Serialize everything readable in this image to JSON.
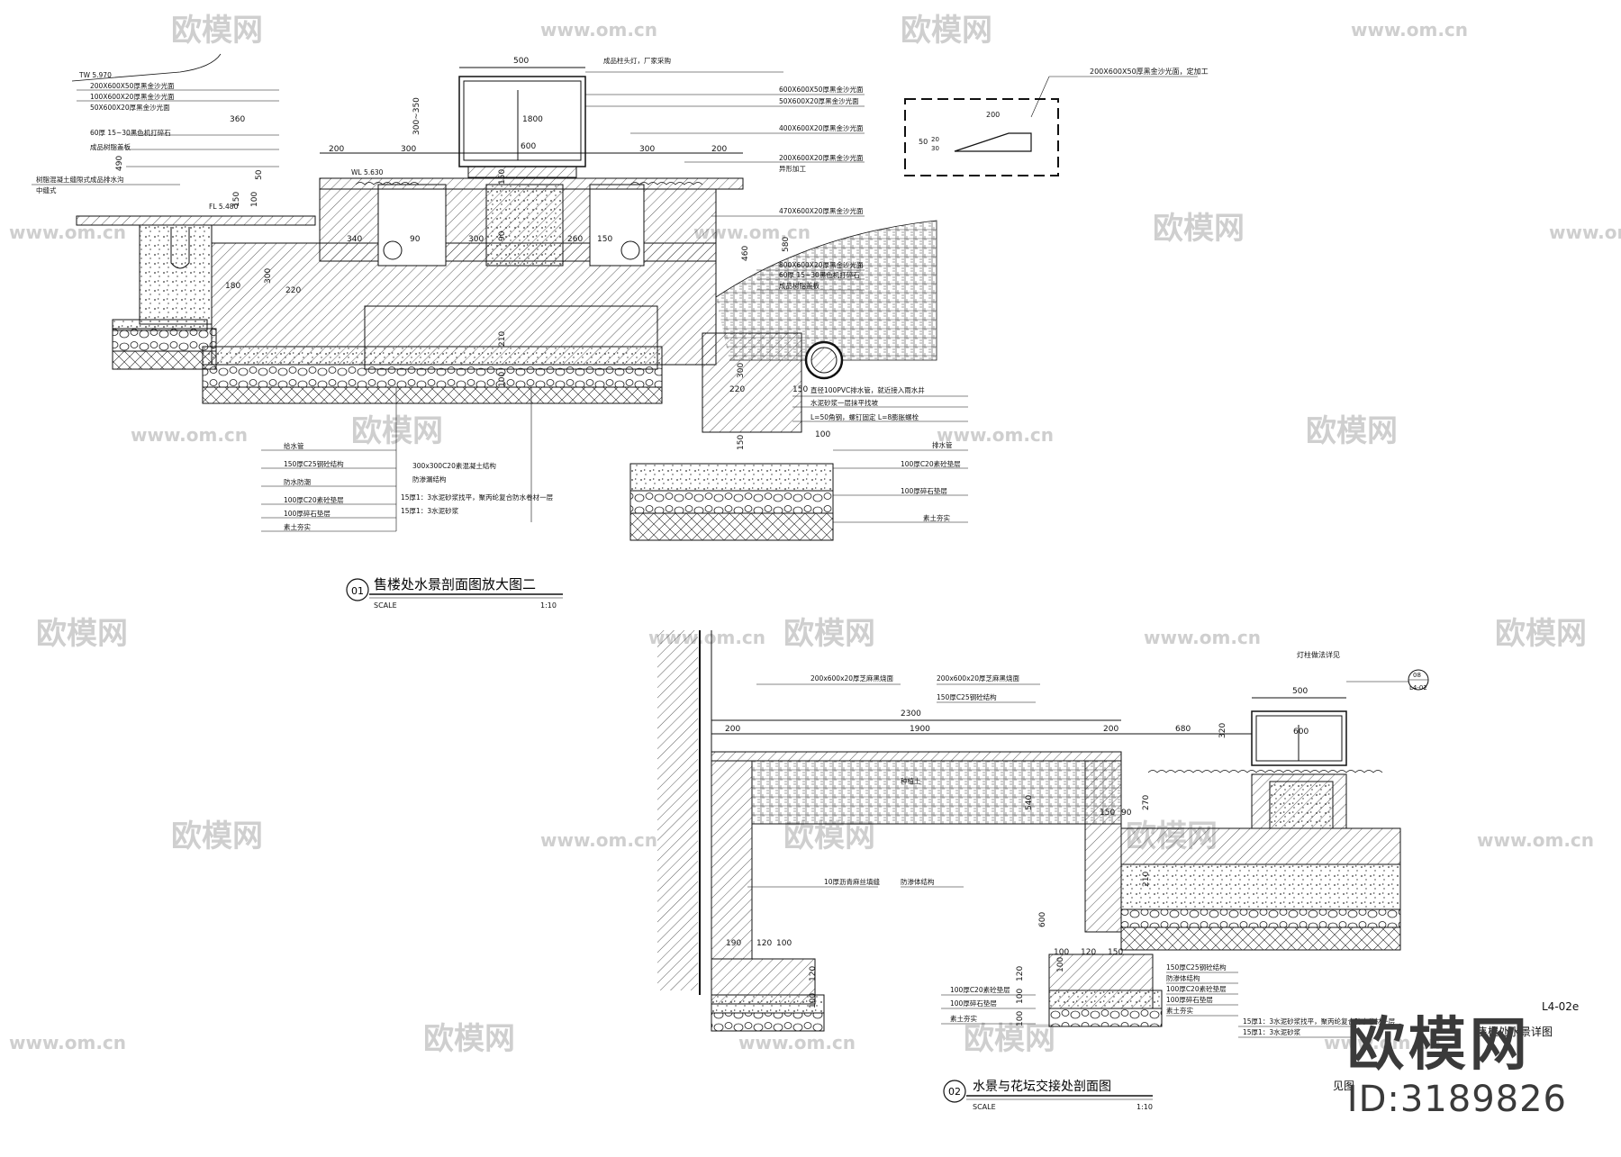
{
  "watermark": {
    "logo_text": "欧模网",
    "url_text": "www.om.cn"
  },
  "brand": {
    "logo": "欧模网",
    "id": "ID:3189826"
  },
  "section1": {
    "number": "01",
    "title": "售楼处水景剖面图放大图二",
    "scale_label": "SCALE",
    "scale_value": "1:10",
    "dimensions": [
      "500",
      "300~350",
      "360",
      "490",
      "200",
      "300",
      "300",
      "200",
      "50",
      "100",
      "150",
      "1800",
      "600",
      "150",
      "340",
      "90",
      "300",
      "90",
      "260",
      "150",
      "180",
      "220",
      "300",
      "210",
      "100",
      "460",
      "580",
      "300",
      "220",
      "150",
      "100",
      "150"
    ],
    "labels_left": [
      "TW 5.970",
      "200X600X50厚黑金沙光面",
      "100X600X20厚黑金沙光面",
      "50X600X20厚黑金沙光面",
      "60厚 15~30黑色机打碎石",
      "成品树脂盖板",
      "树脂混凝土缝隙式成品排水沟",
      "中缝式",
      "FL 5.480",
      "WL 5.630"
    ],
    "labels_right": [
      "成品柱头灯，厂家采购",
      "600X600X50厚黑金沙光面",
      "50X600X20厚黑金沙光面",
      "400X600X20厚黑金沙光面",
      "200X600X20厚黑金沙光面",
      "异形加工",
      "470X600X20厚黑金沙光面",
      "800X600X20厚黑金沙光面",
      "60厚 15~30黑色机打碎石",
      "成品树脂盖板",
      "直径100PVC排水管，就近接入雨水井",
      "水泥砂浆一层抹平找坡",
      "L=50角钢，螺钉固定  L=8膨胀螺栓",
      "排水管",
      "100厚C20素砼垫层",
      "100厚碎石垫层",
      "素土夯实"
    ],
    "labels_bottom": [
      "给水管",
      "150厚C25钢砼结构",
      "防水防潮",
      "100厚C20素砼垫层",
      "100厚碎石垫层",
      "素土夯实",
      "300x300C20素混凝土结构",
      "防渗漏结构",
      "15厚1：3水泥砂浆找平，聚丙纶复合防水卷材一层",
      "15厚1：3水泥砂浆"
    ],
    "detail_label": "200X600X50厚黑金沙光面，定加工",
    "detail_dims": [
      "200",
      "50",
      "20",
      "30"
    ]
  },
  "section2": {
    "number": "02",
    "title": "水景与花坛交接处剖面图",
    "scale_label": "SCALE",
    "scale_value": "1:10",
    "ref_label": "灯柱做法详见",
    "ref_num": "08",
    "ref_sheet": "L4-02",
    "dimensions": [
      "500",
      "2300",
      "200",
      "1900",
      "200",
      "680",
      "320",
      "600",
      "540",
      "270",
      "150",
      "90",
      "210",
      "600",
      "190",
      "120",
      "100",
      "120",
      "100",
      "100",
      "120",
      "150",
      "100",
      "120",
      "100",
      "100"
    ],
    "labels": [
      "200x600x20厚芝麻黑烧面",
      "200x600x20厚芝麻黑烧面",
      "150厚C25钢砼结构",
      "种植土",
      "10厚沥青麻丝填缝",
      "防渗体结构",
      "100厚C20素砼垫层",
      "100厚碎石垫层",
      "素土夯实",
      "150厚C25钢砼结构",
      "防渗体结构",
      "100厚C20素砼垫层",
      "100厚碎石垫层",
      "素土夯实",
      "15厚1：3水泥砂浆找平，聚丙纶复合防水卷材一层",
      "15厚1：3水泥砂浆"
    ],
    "sheet_frag_1": "L4-02e",
    "sheet_frag_2": "售楼处水景详图",
    "sheet_frag_3": "见图"
  }
}
